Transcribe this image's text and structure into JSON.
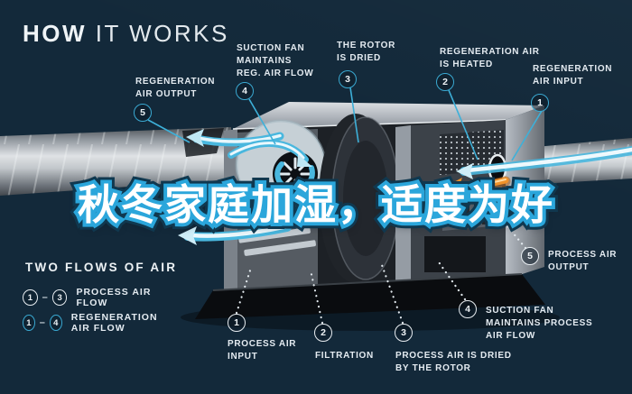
{
  "title": {
    "bold": "HOW",
    "light": " IT WORKS"
  },
  "overlay_headline": "秋冬家庭加湿，适度为好",
  "colors": {
    "accent_cyan": "#3aa9d2",
    "badge_white": "#e9eef2",
    "heater_orange": "#f0922a",
    "background_top": "#122634",
    "background_bottom": "#1b3b4b"
  },
  "regeneration_callouts": {
    "output": {
      "num": "5",
      "label": "REGENERATION\nAIR OUTPUT"
    },
    "suction_fan": {
      "num": "4",
      "label": "SUCTION FAN\nMAINTAINS\nREG. AIR FLOW"
    },
    "rotor_dried": {
      "num": "3",
      "label": "THE ROTOR\nIS DRIED"
    },
    "heated": {
      "num": "2",
      "label": "REGENERATION AIR\nIS HEATED"
    },
    "input": {
      "num": "1",
      "label": "REGENERATION\nAIR INPUT"
    }
  },
  "process_callouts": {
    "input": {
      "num": "1",
      "label": "PROCESS AIR\nINPUT"
    },
    "filtration": {
      "num": "2",
      "label": "FILTRATION"
    },
    "dried": {
      "num": "3",
      "label": "PROCESS AIR IS DRIED\nBY THE ROTOR"
    },
    "suction_fan": {
      "num": "4",
      "label": "SUCTION FAN\nMAINTAINS PROCESS\nAIR FLOW"
    },
    "output": {
      "num": "5",
      "label": "PROCESS AIR\nOUTPUT"
    }
  },
  "legend": {
    "title": "TWO FLOWS OF AIR",
    "rows": [
      {
        "from": "1",
        "dash": "–",
        "to": "3",
        "label": "PROCESS AIR FLOW"
      },
      {
        "from": "1",
        "dash": "–",
        "to": "4",
        "label": "REGENERATION AIR FLOW"
      }
    ]
  }
}
